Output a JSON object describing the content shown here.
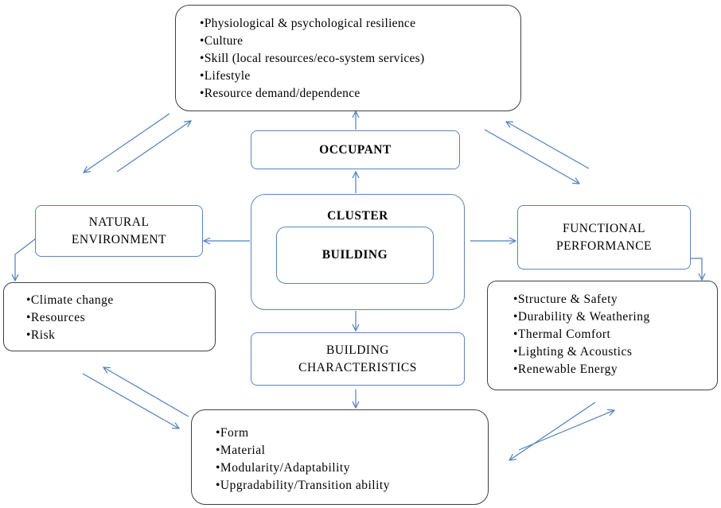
{
  "boxes": {
    "occupant_attributes": {
      "items": [
        "•Physiological & psychological resilience",
        "•Culture",
        "•Skill (local resources/eco-system services)",
        "•Lifestyle",
        "•Resource demand/dependence"
      ]
    },
    "occupant": {
      "label": "OCCUPANT"
    },
    "cluster": {
      "label": "CLUSTER"
    },
    "building": {
      "label": "BUILDING"
    },
    "natural_environment": {
      "line1": "NATURAL",
      "line2": "ENVIRONMENT"
    },
    "functional_performance": {
      "line1": "FUNCTIONAL",
      "line2": "PERFORMANCE"
    },
    "environment_factors": {
      "items": [
        "•Climate change",
        "•Resources",
        "•Risk"
      ]
    },
    "performance_factors": {
      "items": [
        "•Structure & Safety",
        "•Durability & Weathering",
        "•Thermal Comfort",
        "•Lighting & Acoustics",
        "•Renewable Energy"
      ]
    },
    "building_characteristics": {
      "line1": "BUILDING",
      "line2": "CHARACTERISTICS"
    },
    "characteristics_factors": {
      "items": [
        "•Form",
        "•Material",
        "•Modularity/Adaptability",
        "•Upgradability/Transition ability"
      ]
    }
  },
  "colors": {
    "connector": "#4f7fbf",
    "box_border_blue": "#5b86b8",
    "box_border_dark": "#404040"
  }
}
